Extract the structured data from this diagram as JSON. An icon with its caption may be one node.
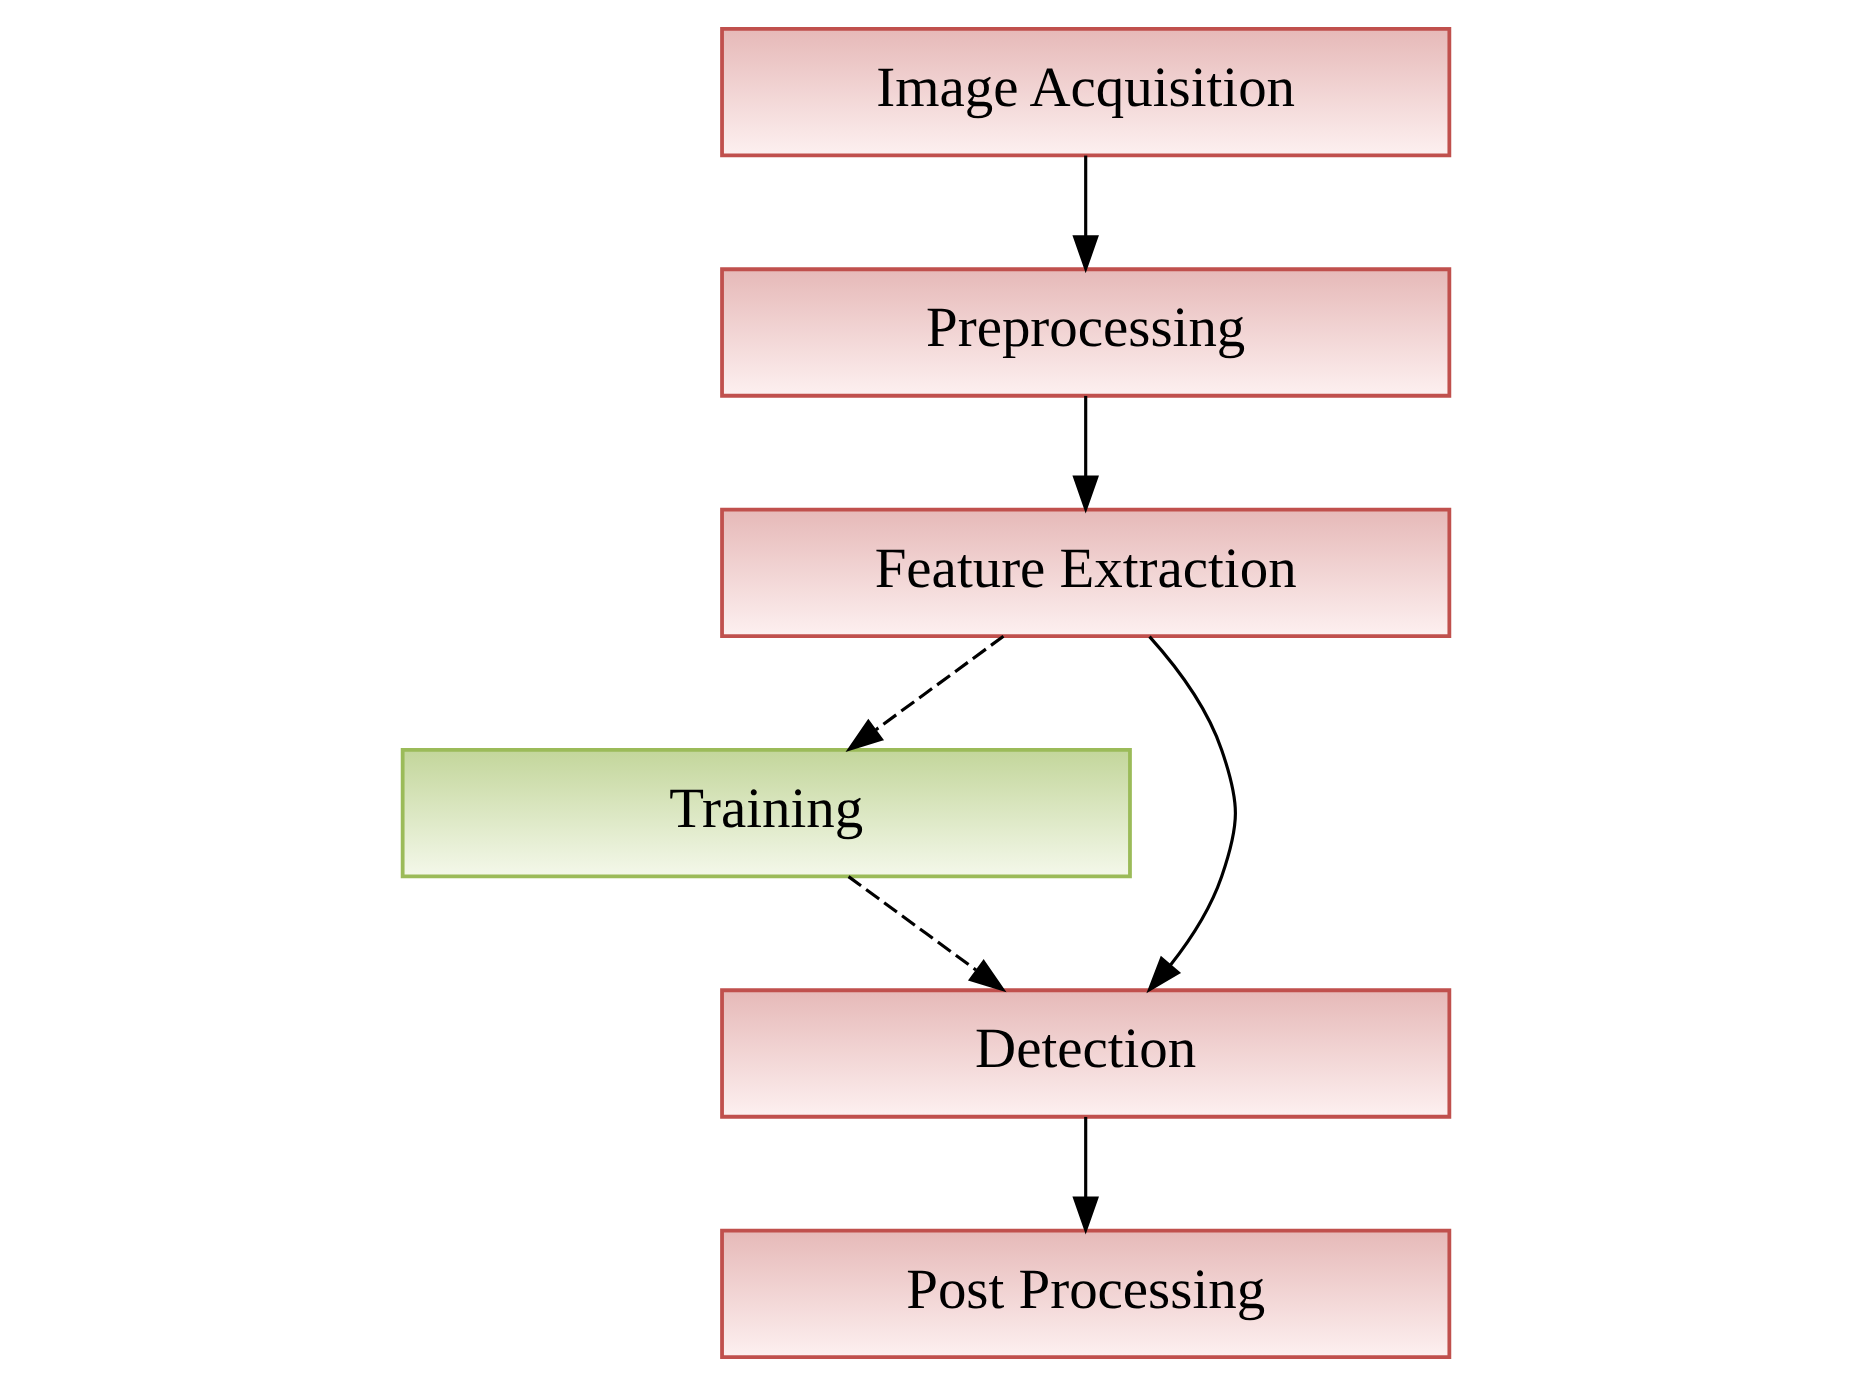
{
  "diagram": {
    "nodes": [
      {
        "text": [
          "Image Acquisition"
        ]
      },
      {
        "text": [
          "Preprocessing"
        ]
      },
      {
        "text": [
          "Feature Extraction"
        ]
      },
      {
        "text": [
          "Training"
        ]
      },
      {
        "text": [
          "Detection"
        ]
      },
      {
        "text": [
          "Post Processing"
        ]
      }
    ],
    "edges": [
      {
        "from": 0,
        "to": 1,
        "arrow": "to"
      },
      {
        "from": 1,
        "to": 2,
        "arrow": "to"
      },
      {
        "from": 2,
        "to": 4,
        "arrow": "to"
      },
      {
        "from": 2,
        "to": 3,
        "arrow": "to",
        "style": "dashed"
      },
      {
        "from": 3,
        "to": 4,
        "arrow": "to",
        "style": "dashed"
      },
      {
        "from": 4,
        "to": 5,
        "arrow": "to"
      }
    ]
  }
}
